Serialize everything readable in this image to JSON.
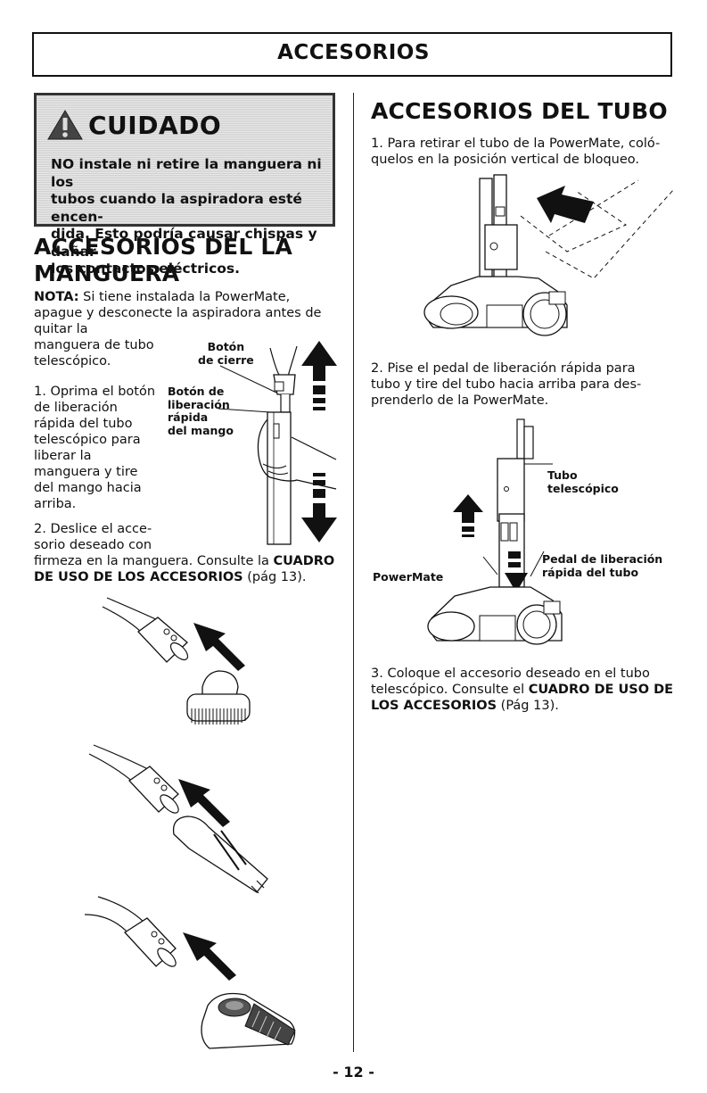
{
  "header": {
    "title": "ACCESORIOS"
  },
  "caution": {
    "title": "CUIDADO",
    "lines": [
      "NO instale ni retire la manguera ni los",
      "tubos cuando la aspiradora esté encen-",
      "dida. Esto podría causar chispas y dañar",
      "los contactos eléctricos."
    ]
  },
  "left": {
    "heading_lines": [
      "ACCESORIOS DEL LA",
      "MANGUERA"
    ],
    "nota_label": "NOTA:",
    "nota_lines": [
      " Si tiene instalada la PowerMate,",
      "apague y desconecte la aspiradora antes de",
      "quitar la",
      "manguera de tubo",
      "telescópico."
    ],
    "step1_lines": [
      "1. Oprima el botón",
      "de liberación",
      "rápida del tubo",
      "telescópico para",
      "liberar la",
      "manguera y tire",
      "del mango hacia",
      "arriba."
    ],
    "step2_lines": [
      "2. Deslice el acce-",
      "sorio deseado con",
      "firmeza en la manguera. Consulte la "
    ],
    "step2_bold": "CUADRO",
    "step2_line4_bold": "DE USO DE LOS ACCESORIOS",
    "step2_line4_rest": " (pág 13).",
    "label_boton_cierre": [
      "Botón",
      "de cierre"
    ],
    "label_liberacion": [
      "Botón de",
      "liberación",
      "rápida",
      "del mango"
    ]
  },
  "right": {
    "heading": "ACCESORIOS DEL TUBO",
    "step1_lines": [
      "1. Para retirar el tubo de la PowerMate, coló-",
      "quelos en la posición vertical de bloqueo."
    ],
    "step2_lines": [
      "2. Pise el pedal de liberación rápida para",
      "tubo y tire del tubo hacia arriba para des-",
      "prenderlo de la PowerMate."
    ],
    "label_tubo": [
      "Tubo",
      "telescópico"
    ],
    "label_pedal": [
      "Pedal de liberación",
      "rápida del tubo"
    ],
    "label_powermate": "PowerMate",
    "step3_lines": [
      "3. Coloque el accesorio deseado en el tubo",
      "telescópico. Consulte el "
    ],
    "step3_bold1": "CUADRO DE USO DE",
    "step3_bold2": "LOS ACCESORIOS",
    "step3_rest": " (Pág 13)."
  },
  "footer": {
    "page": "- 12 -"
  }
}
